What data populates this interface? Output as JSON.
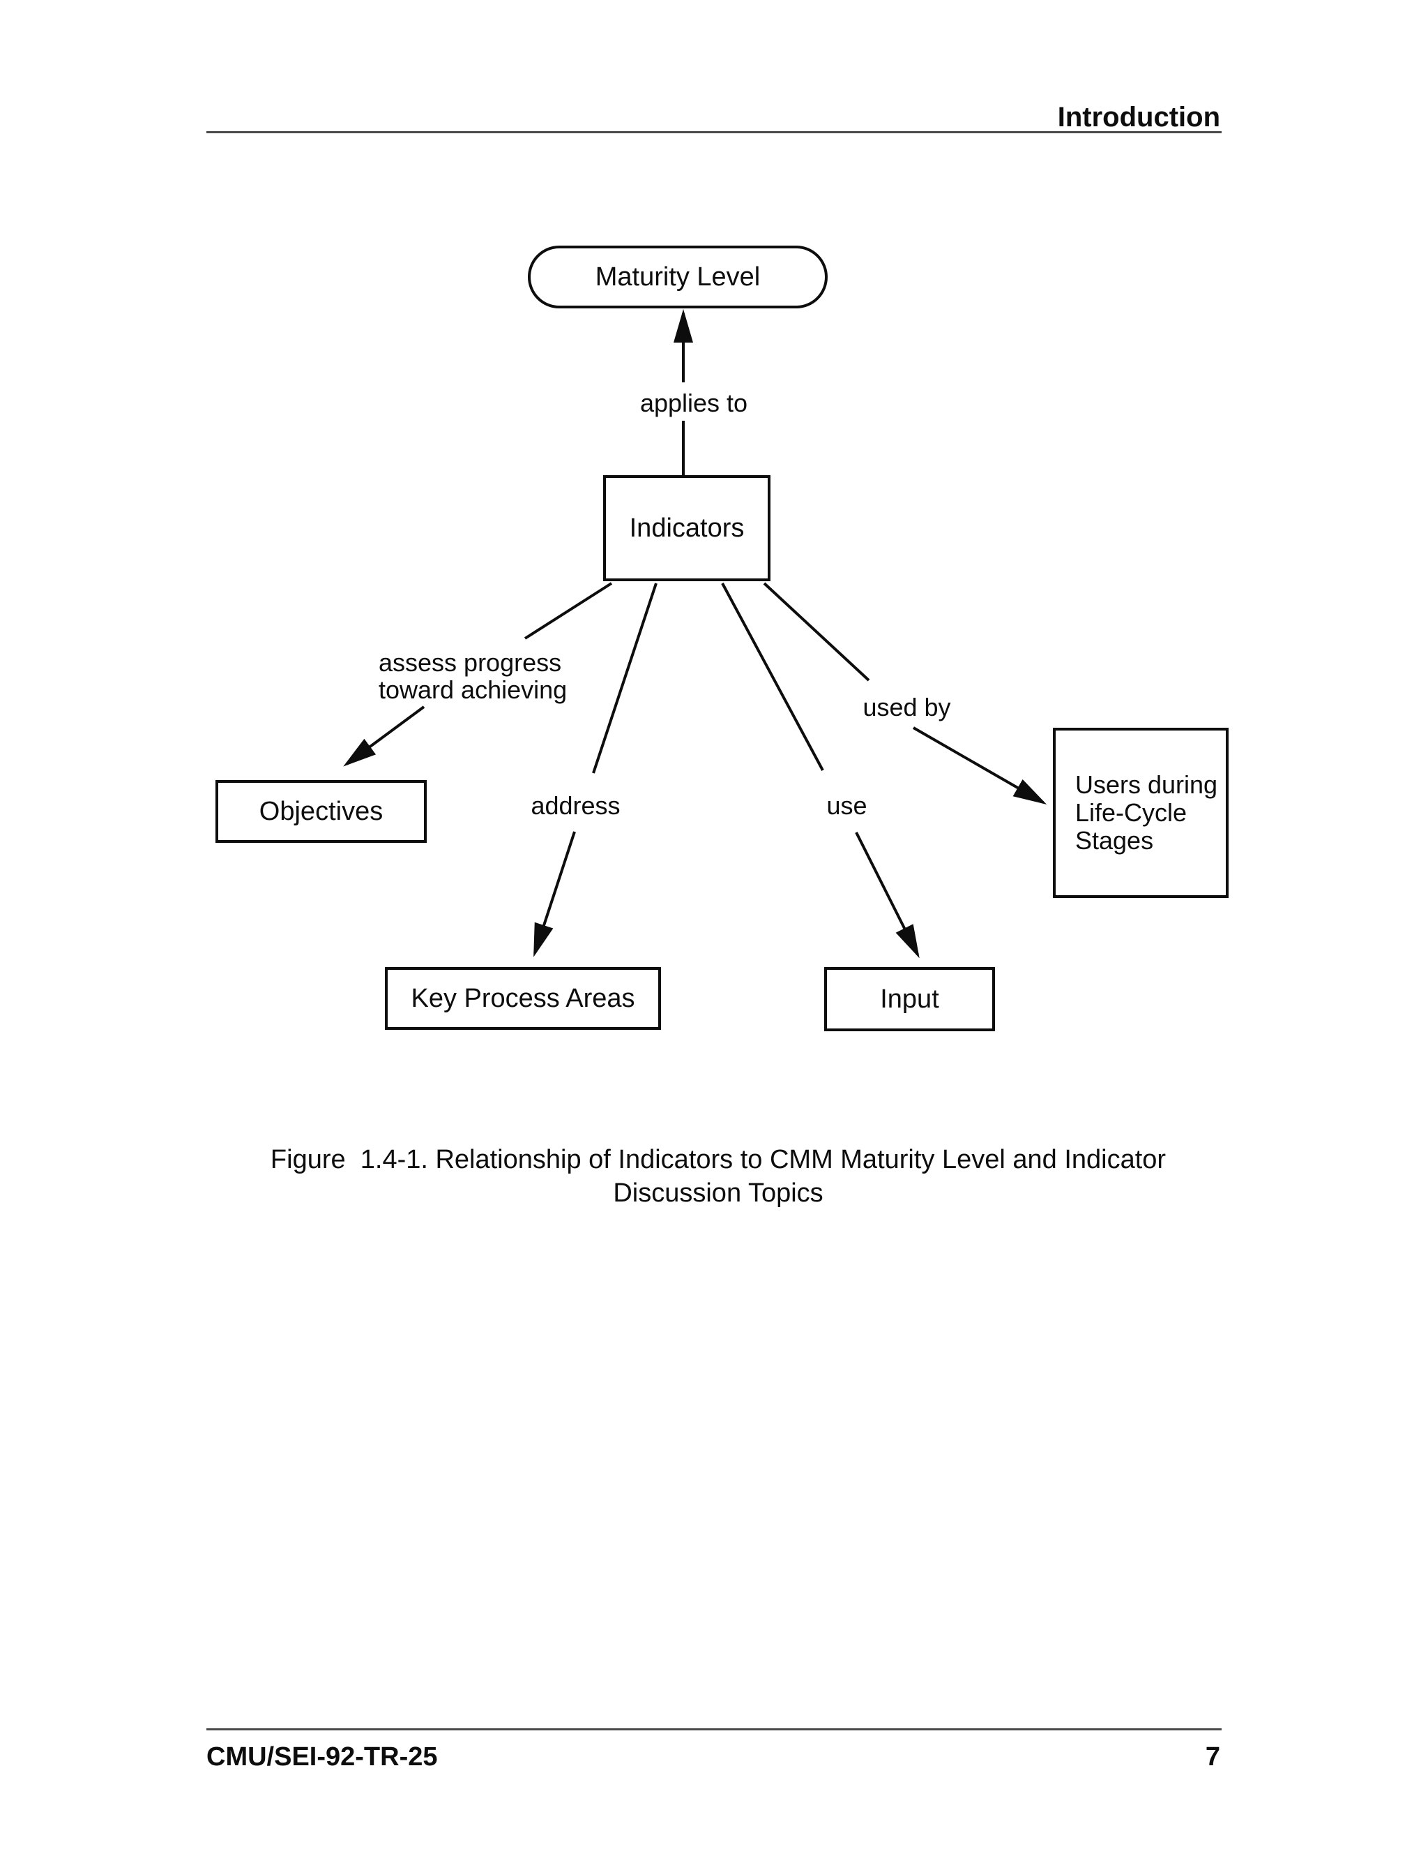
{
  "header": {
    "title": "Introduction"
  },
  "footer": {
    "doc_id": "CMU/SEI-92-TR-25",
    "page_number": "7"
  },
  "diagram": {
    "type": "relationship-diagram",
    "nodes": {
      "maturity_level": {
        "label": "Maturity Level",
        "shape": "rounded"
      },
      "indicators": {
        "label": "Indicators",
        "shape": "rect"
      },
      "objectives": {
        "label": "Objectives",
        "shape": "rect"
      },
      "key_process_areas": {
        "label": "Key Process Areas",
        "shape": "rect"
      },
      "input": {
        "label": "Input",
        "shape": "rect"
      },
      "users": {
        "label": "Users during\nLife-Cycle\nStages",
        "shape": "rect"
      }
    },
    "edges": {
      "applies_to": {
        "label": "applies to",
        "from": "indicators",
        "to": "maturity_level"
      },
      "assess": {
        "label": "assess progress\ntoward achieving",
        "from": "indicators",
        "to": "objectives"
      },
      "address": {
        "label": "address",
        "from": "indicators",
        "to": "key_process_areas"
      },
      "use": {
        "label": "use",
        "from": "indicators",
        "to": "input"
      },
      "used_by": {
        "label": "used by",
        "from": "indicators",
        "to": "users"
      }
    }
  },
  "caption": {
    "line1": "Figure  1.4-1. Relationship of Indicators to CMM Maturity Level and Indicator",
    "line2": "Discussion Topics"
  },
  "colors": {
    "ink": "#0d0d0d",
    "rule": "#4a4a4a",
    "background": "#ffffff"
  }
}
